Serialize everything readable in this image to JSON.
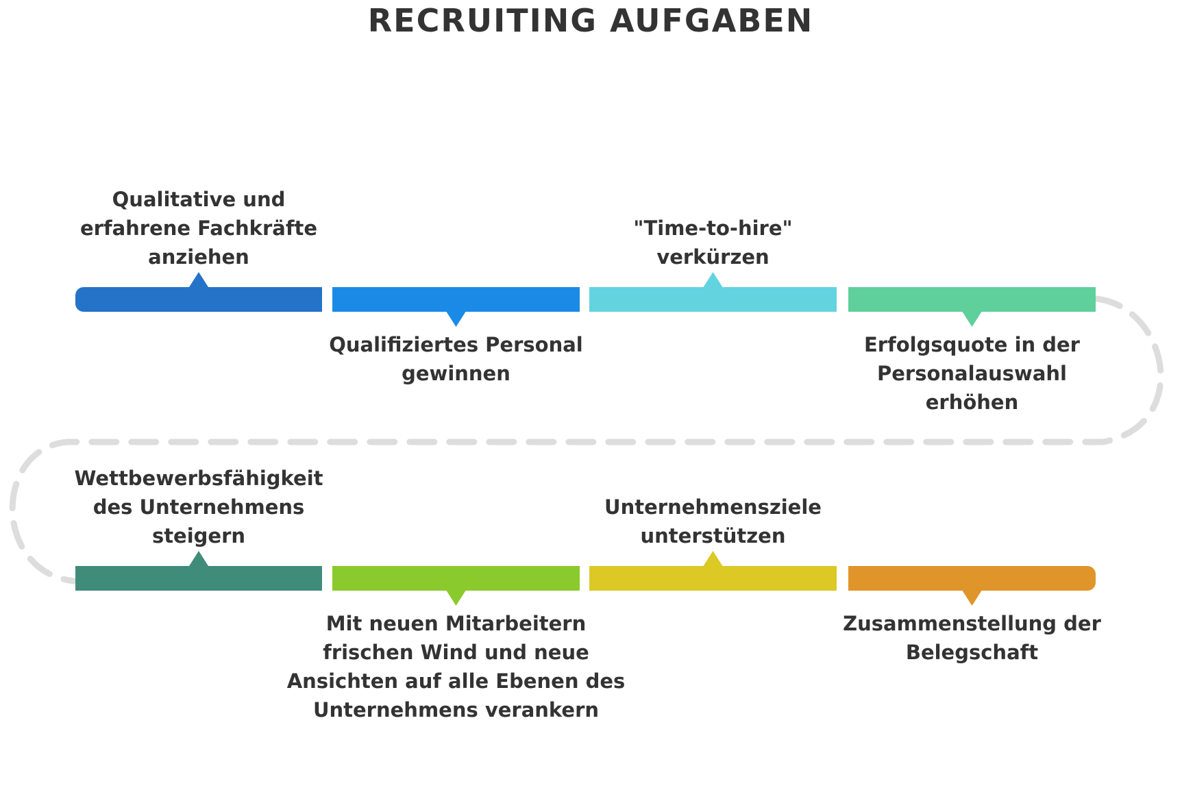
{
  "title": "RECRUITING AUFGABEN",
  "connector_color": "#dddddd",
  "text_color": "#333333",
  "steps": [
    {
      "lines": [
        "Qualitative und",
        "erfahrene Fachkräfte",
        "anziehen"
      ],
      "color": "#2473c8",
      "label_position": "above"
    },
    {
      "lines": [
        "Qualifiziertes Personal",
        "gewinnen"
      ],
      "color": "#1b8ae6",
      "label_position": "below"
    },
    {
      "lines": [
        "\"Time-to-hire\"",
        "verkürzen"
      ],
      "color": "#63d3e0",
      "label_position": "above"
    },
    {
      "lines": [
        "Erfolgsquote in der",
        "Personalauswahl",
        "erhöhen"
      ],
      "color": "#5fcf9c",
      "label_position": "below"
    },
    {
      "lines": [
        "Wettbewerbsfähigkeit",
        "des Unternehmens",
        "steigern"
      ],
      "color": "#3f8c7a",
      "label_position": "above"
    },
    {
      "lines": [
        "Mit neuen Mitarbeitern",
        "frischen Wind und neue",
        "Ansichten auf alle Ebenen des",
        "Unternehmens verankern"
      ],
      "color": "#8bca2c",
      "label_position": "below"
    },
    {
      "lines": [
        "Unternehmensziele",
        "unterstützen"
      ],
      "color": "#dcc925",
      "label_position": "above"
    },
    {
      "lines": [
        "Zusammenstellung der",
        "Belegschaft"
      ],
      "color": "#e0952a",
      "label_position": "below"
    }
  ]
}
